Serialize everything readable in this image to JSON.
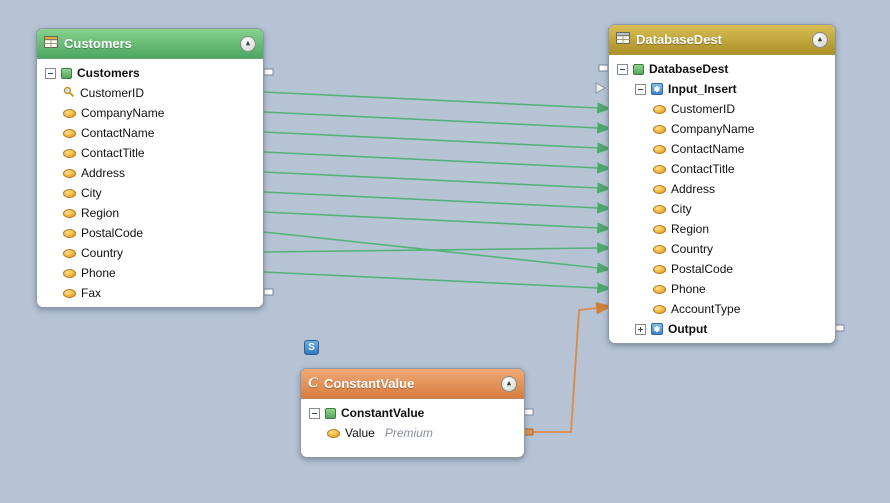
{
  "canvas": {
    "background_color": "#b5c3d5",
    "connection_green": "#55b27a",
    "connection_orange": "#dd8a45"
  },
  "badges": {
    "s_badge": "S"
  },
  "components": {
    "customers": {
      "title": "Customers",
      "header_color": "#5fb873",
      "root_label": "Customers",
      "fields": [
        {
          "label": "CustomerID",
          "icon": "key-icon"
        },
        {
          "label": "CompanyName",
          "icon": "field-icon"
        },
        {
          "label": "ContactName",
          "icon": "field-icon"
        },
        {
          "label": "ContactTitle",
          "icon": "field-icon"
        },
        {
          "label": "Address",
          "icon": "field-icon"
        },
        {
          "label": "City",
          "icon": "field-icon"
        },
        {
          "label": "Region",
          "icon": "field-icon"
        },
        {
          "label": "PostalCode",
          "icon": "field-icon"
        },
        {
          "label": "Country",
          "icon": "field-icon"
        },
        {
          "label": "Phone",
          "icon": "field-icon"
        },
        {
          "label": "Fax",
          "icon": "field-icon"
        }
      ]
    },
    "database_dest": {
      "title": "DatabaseDest",
      "header_color": "#bfa238",
      "root_label": "DatabaseDest",
      "input_insert_label": "Input_Insert",
      "output_label": "Output",
      "fields": [
        {
          "label": "CustomerID",
          "icon": "field-icon"
        },
        {
          "label": "CompanyName",
          "icon": "field-icon"
        },
        {
          "label": "ContactName",
          "icon": "field-icon"
        },
        {
          "label": "ContactTitle",
          "icon": "field-icon"
        },
        {
          "label": "Address",
          "icon": "field-icon"
        },
        {
          "label": "City",
          "icon": "field-icon"
        },
        {
          "label": "Region",
          "icon": "field-icon"
        },
        {
          "label": "Country",
          "icon": "field-icon"
        },
        {
          "label": "PostalCode",
          "icon": "field-icon"
        },
        {
          "label": "Phone",
          "icon": "field-icon"
        },
        {
          "label": "AccountType",
          "icon": "field-icon"
        }
      ]
    },
    "constant_value": {
      "title": "ConstantValue",
      "header_color": "#e08c53",
      "root_label": "ConstantValue",
      "fields": [
        {
          "label": "Value",
          "value": "Premium",
          "icon": "field-icon"
        }
      ]
    }
  },
  "connections": [
    {
      "from": "Customers.CustomerID",
      "to": "DatabaseDest.Input_Insert.CustomerID",
      "color": "green"
    },
    {
      "from": "Customers.CompanyName",
      "to": "DatabaseDest.Input_Insert.CompanyName",
      "color": "green"
    },
    {
      "from": "Customers.ContactName",
      "to": "DatabaseDest.Input_Insert.ContactName",
      "color": "green"
    },
    {
      "from": "Customers.ContactTitle",
      "to": "DatabaseDest.Input_Insert.ContactTitle",
      "color": "green"
    },
    {
      "from": "Customers.Address",
      "to": "DatabaseDest.Input_Insert.Address",
      "color": "green"
    },
    {
      "from": "Customers.City",
      "to": "DatabaseDest.Input_Insert.City",
      "color": "green"
    },
    {
      "from": "Customers.Region",
      "to": "DatabaseDest.Input_Insert.Region",
      "color": "green"
    },
    {
      "from": "Customers.PostalCode",
      "to": "DatabaseDest.Input_Insert.PostalCode",
      "color": "green"
    },
    {
      "from": "Customers.Country",
      "to": "DatabaseDest.Input_Insert.Country",
      "color": "green"
    },
    {
      "from": "Customers.Phone",
      "to": "DatabaseDest.Input_Insert.Phone",
      "color": "green"
    },
    {
      "from": "ConstantValue.Value",
      "to": "DatabaseDest.Input_Insert.AccountType",
      "color": "orange"
    }
  ]
}
